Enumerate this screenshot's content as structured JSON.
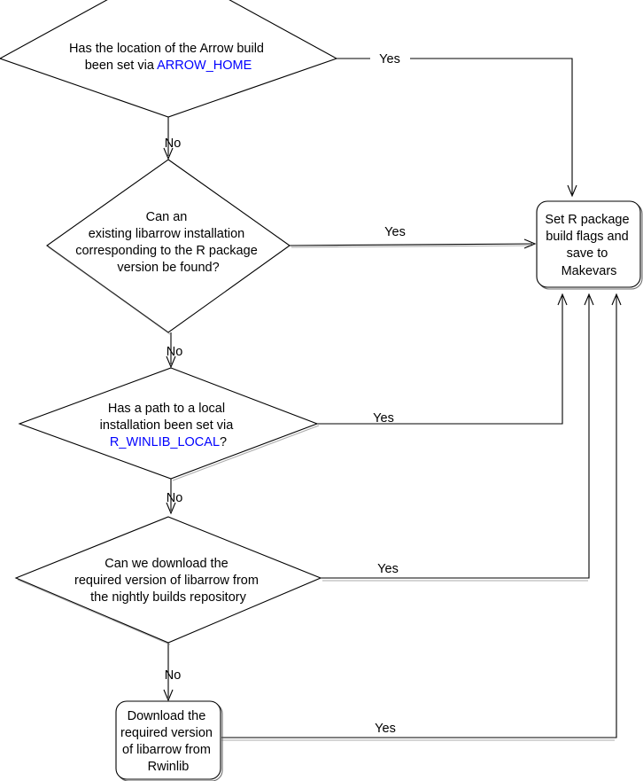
{
  "diagram": {
    "title": "Arrow R package libarrow build decision flowchart",
    "background": "#ffffff",
    "line_color": "#000000",
    "link_color": "#0000ff",
    "nodes": [
      {
        "id": "q_arrow_home",
        "type": "decision",
        "lines": [
          {
            "text": "Has the location of the Arrow build"
          },
          {
            "text": "been set via ",
            "link": "ARROW_HOME"
          }
        ]
      },
      {
        "id": "q_existing_install",
        "type": "decision",
        "lines": [
          {
            "text": "Can an"
          },
          {
            "text": "existing libarrow installation"
          },
          {
            "text": "corresponding to the R package"
          },
          {
            "text": "version be found?"
          }
        ]
      },
      {
        "id": "q_local_path",
        "type": "decision",
        "lines": [
          {
            "text": "Has a path to a local"
          },
          {
            "text": "installation been set via"
          },
          {
            "text": "",
            "link": "R_WINLIB_LOCAL",
            "suffix": "?"
          }
        ]
      },
      {
        "id": "q_nightly",
        "type": "decision",
        "lines": [
          {
            "text": "Can we download the"
          },
          {
            "text": "required version of libarrow from"
          },
          {
            "text": "the nightly builds repository"
          }
        ]
      },
      {
        "id": "a_set_flags",
        "type": "process",
        "lines": [
          {
            "text": "Set R package"
          },
          {
            "text": "build flags and"
          },
          {
            "text": "save to"
          },
          {
            "text": "Makevars"
          }
        ]
      },
      {
        "id": "a_download_rwinlib",
        "type": "process",
        "lines": [
          {
            "text": "Download the"
          },
          {
            "text": "required version"
          },
          {
            "text": "of libarrow from"
          },
          {
            "text": "Rwinlib"
          }
        ]
      }
    ],
    "edge_labels": {
      "yes": "Yes",
      "no": "No"
    },
    "edges": [
      {
        "id": "e1",
        "from": "q_arrow_home",
        "to": "a_set_flags",
        "label": "Yes"
      },
      {
        "id": "e2",
        "from": "q_arrow_home",
        "to": "q_existing_install",
        "label": "No"
      },
      {
        "id": "e3",
        "from": "q_existing_install",
        "to": "a_set_flags",
        "label": "Yes"
      },
      {
        "id": "e4",
        "from": "q_existing_install",
        "to": "q_local_path",
        "label": "No"
      },
      {
        "id": "e5",
        "from": "q_local_path",
        "to": "a_set_flags",
        "label": "Yes"
      },
      {
        "id": "e6",
        "from": "q_local_path",
        "to": "q_nightly",
        "label": "No"
      },
      {
        "id": "e7",
        "from": "q_nightly",
        "to": "a_set_flags",
        "label": "Yes"
      },
      {
        "id": "e8",
        "from": "q_nightly",
        "to": "a_download_rwinlib",
        "label": "No"
      },
      {
        "id": "e9",
        "from": "a_download_rwinlib",
        "to": "a_set_flags",
        "label": "Yes"
      }
    ]
  }
}
